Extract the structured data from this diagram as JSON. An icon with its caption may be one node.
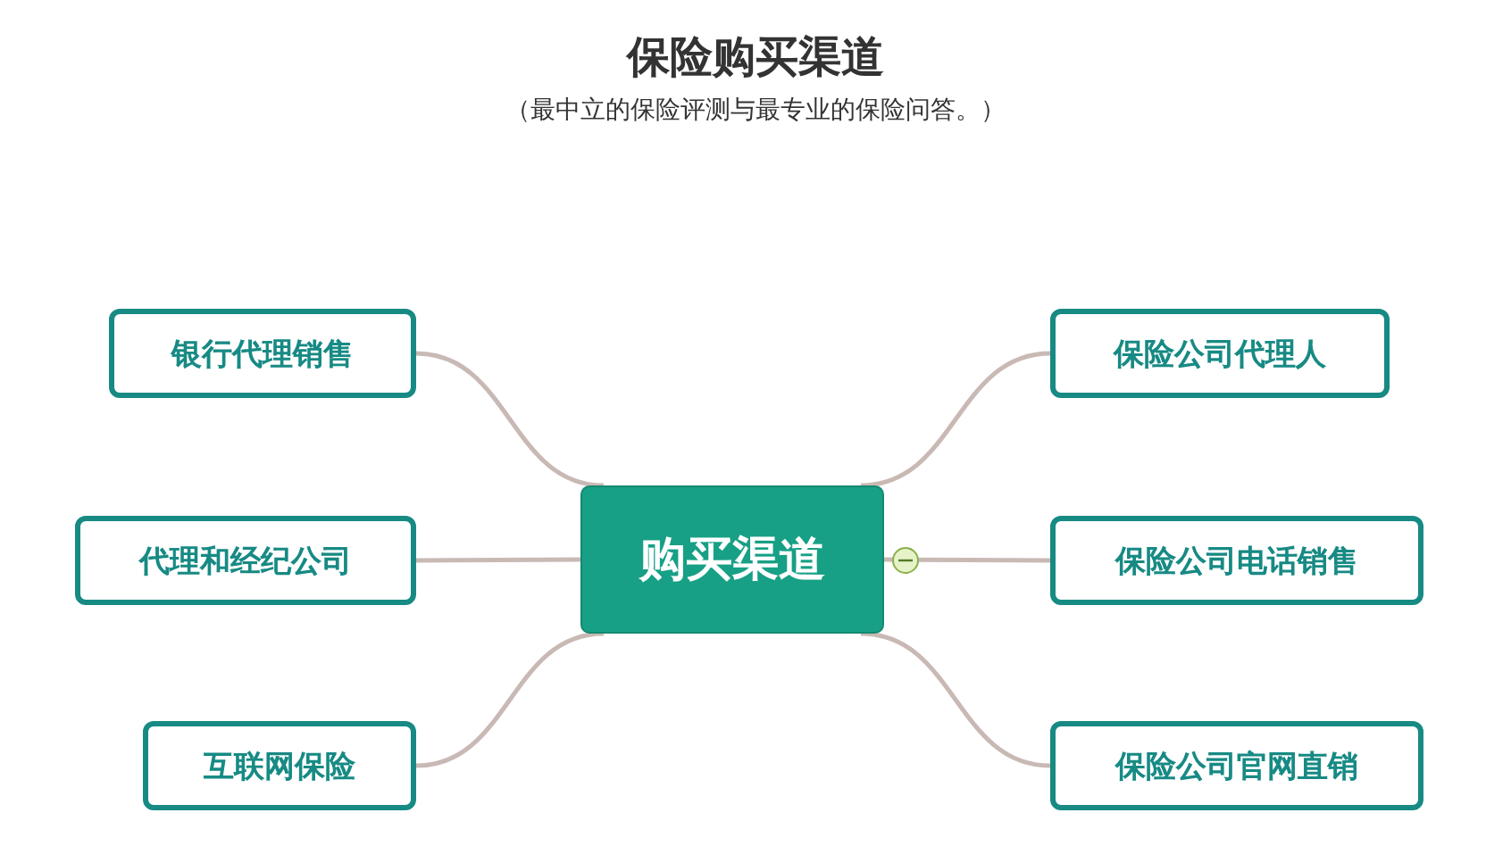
{
  "diagram": {
    "title": "保险购买渠道",
    "caption": "（最中立的保险评测与最专业的保险问答。）",
    "nodes": [
      {
        "text": [
          "购买渠道"
        ]
      },
      {
        "text": [
          "银行代理销售"
        ]
      },
      {
        "text": [
          "代理和经纪公司"
        ]
      },
      {
        "text": [
          "互联网保险"
        ]
      },
      {
        "text": [
          "保险公司代理人"
        ]
      },
      {
        "text": [
          "保险公司电话销售"
        ]
      },
      {
        "text": [
          "保险公司官网直销"
        ]
      }
    ],
    "edges": [
      {
        "from": 0,
        "to": 1,
        "arrow": "none"
      },
      {
        "from": 0,
        "to": 2,
        "arrow": "none"
      },
      {
        "from": 0,
        "to": 3,
        "arrow": "none"
      },
      {
        "from": 0,
        "to": 4,
        "arrow": "none"
      },
      {
        "from": 0,
        "to": 5,
        "arrow": "none"
      },
      {
        "from": 0,
        "to": 6,
        "arrow": "none"
      }
    ]
  }
}
